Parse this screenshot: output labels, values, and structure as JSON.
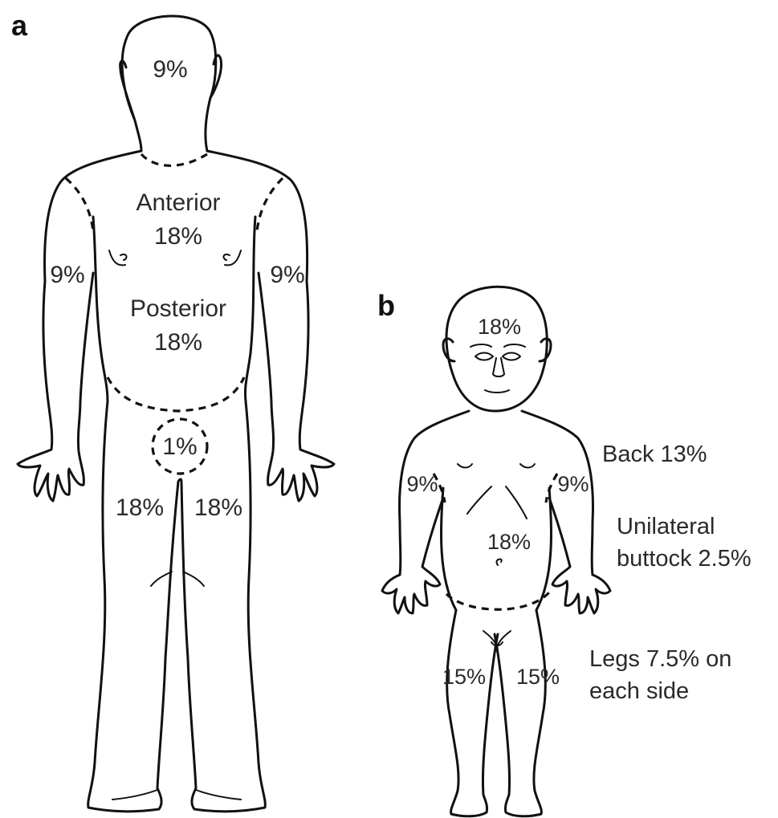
{
  "adult": {
    "panel_label": "a",
    "head": "9%",
    "anterior_label": "Anterior",
    "anterior_value": "18%",
    "posterior_label": "Posterior",
    "posterior_value": "18%",
    "left_arm": "9%",
    "right_arm": "9%",
    "perineum": "1%",
    "left_leg": "18%",
    "right_leg": "18%"
  },
  "child": {
    "panel_label": "b",
    "head": "18%",
    "left_arm": "9%",
    "right_arm": "9%",
    "trunk": "18%",
    "left_leg": "15%",
    "right_leg": "15%",
    "back_note": "Back 13%",
    "buttock_note_line1": "Unilateral",
    "buttock_note_line2": "buttock 2.5%",
    "legs_note_line1": "Legs 7.5% on",
    "legs_note_line2": "each side"
  }
}
